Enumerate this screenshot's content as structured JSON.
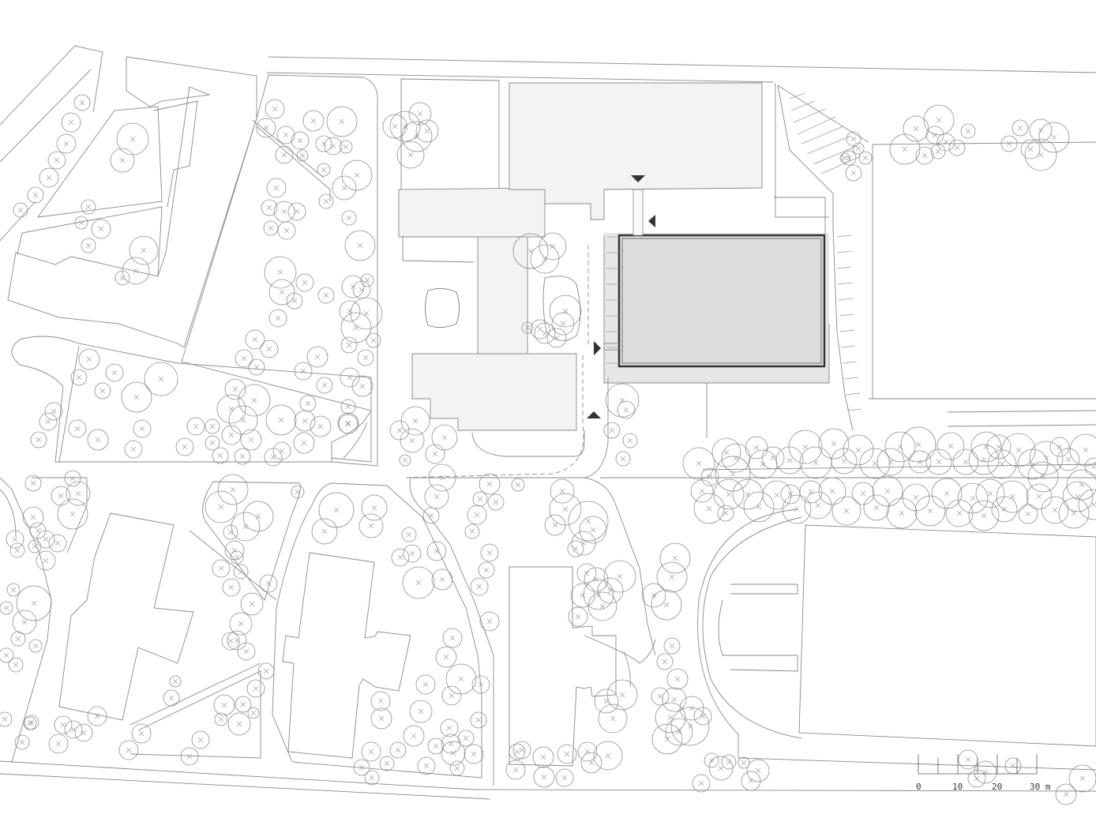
{
  "scale_bar": {
    "labels": [
      "0",
      "10",
      "20",
      "30 m"
    ]
  },
  "colors": {
    "line": "#8a8a8a",
    "highlight_building": "#dcdcdc",
    "existing_building": "#f3f3f3",
    "arrow": "#333333"
  },
  "icons": {
    "entrance_markers": "triangle-arrow-icon",
    "trees": "tree-circle-icon"
  }
}
